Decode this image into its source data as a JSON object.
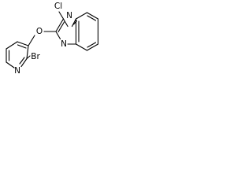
{
  "molecule": {
    "atoms": {
      "cl": "Cl",
      "n_top": "N",
      "n_bottom": "N",
      "o": "O",
      "br": "Br",
      "n_pyridine": "N"
    }
  }
}
